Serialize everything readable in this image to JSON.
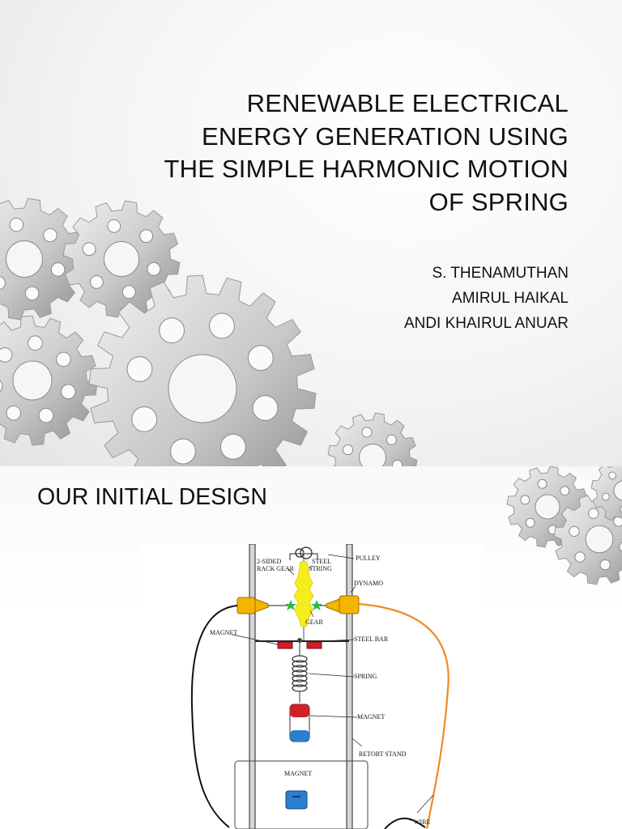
{
  "slide1": {
    "title_lines": [
      "RENEWABLE ELECTRICAL",
      "ENERGY GENERATION USING",
      "THE SIMPLE HARMONIC MOTION",
      "OF SPRING"
    ],
    "authors": [
      "S. THENAMUTHAN",
      "AMIRUL HAIKAL",
      "ANDI KHAIRUL ANUAR"
    ]
  },
  "slide2": {
    "title": "OUR INITIAL DESIGN",
    "diagram_labels": {
      "pulley": "PULLEY",
      "rack_gear_1": "2-SIDED",
      "rack_gear_2": "RACK GEAR",
      "steel_string_1": "STEEL",
      "steel_string_2": "STRING",
      "dynamo": "DYNAMO",
      "gear": "GEAR",
      "magnet_left": "MAGNET",
      "steel_bar": "STEEL BAR",
      "spring": "SPRING",
      "magnet_right": "MAGNET",
      "retort_stand": "RETORT STAND",
      "magnet_box": "MAGNET",
      "wire": "WIRE"
    }
  },
  "colors": {
    "wire_orange": "#f08a24",
    "dynamo_yellow": "#f4b400",
    "rack_yellow": "#f5ee1a",
    "gear_green": "#2fb84a",
    "magnet_red": "#d0202a",
    "magnet_blue": "#2a7fd0"
  }
}
